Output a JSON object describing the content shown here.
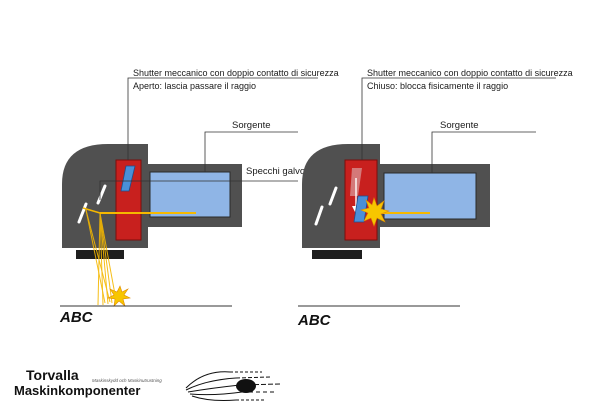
{
  "diagram": {
    "left": {
      "shutter_title": "Shutter meccanico con doppio contatto di sicurezza",
      "shutter_state": "Aperto: lascia passare il raggio",
      "source_label": "Sorgente",
      "marking_text": "ABC"
    },
    "right": {
      "shutter_title": "Shutter meccanico con doppio contatto di sicurezza",
      "shutter_state": "Chiuso: blocca fisicamente il raggio",
      "source_label": "Sorgente",
      "marking_text": "ABC"
    },
    "galvo_label": "Specchi galvo"
  },
  "brand": {
    "name_line1": "Torvalla",
    "name_line2": "Maskinkomponenter",
    "tagline": "Maskinskydd och Maskinutrustning"
  },
  "colors": {
    "housing": "#505050",
    "shutter_red": "#c8201e",
    "source_blue": "#8fb5e6",
    "beam_yellow": "#f5b800",
    "mirror_blue": "#4a8fd8"
  }
}
